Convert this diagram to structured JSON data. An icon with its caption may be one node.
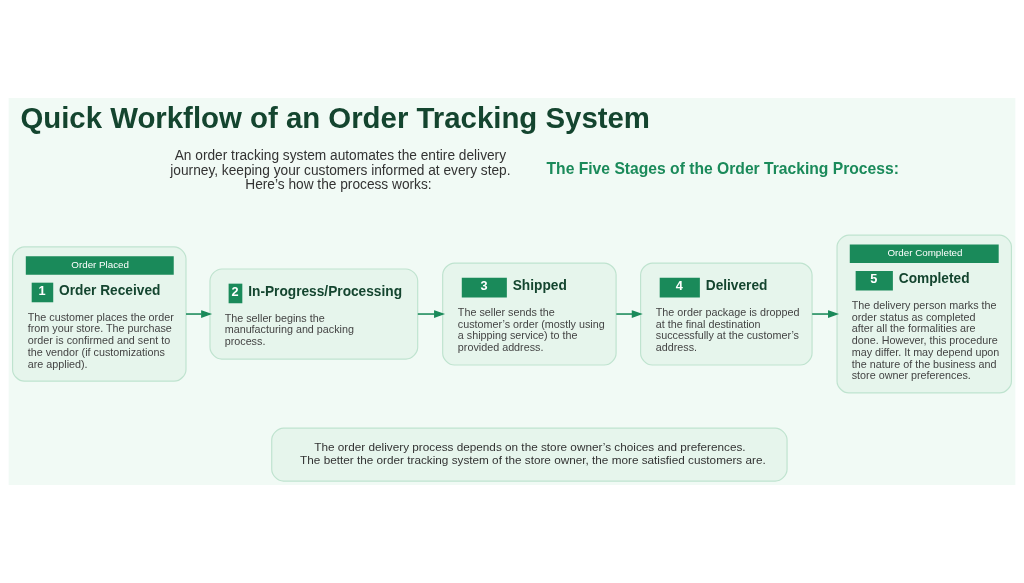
{
  "diagram": {
    "title": "Quick Workflow of an Order Tracking System",
    "nodes": [
      {
        "text": [
          "Order Placed",
          "1",
          "Order Received",
          "The customer places the order from your store. The purchase order is confirmed and sent to the vendor (if customizations are applied)."
        ]
      },
      {
        "text": [
          "2",
          "In-Progress/Processing",
          "The seller begins the manufacturing and packing process."
        ]
      },
      {
        "text": [
          "3",
          "Shipped",
          "The seller sends the customer’s order (mostly using a shipping service) to the provided address."
        ]
      },
      {
        "text": [
          "4",
          "Delivered",
          "The order package is dropped at the final destination successfully at the customer’s address."
        ]
      },
      {
        "text": [
          "Order Completed",
          "5",
          "Completed",
          "The delivery person marks the order status as completed after all the formalities are done. However, this procedure may differ. It may depend upon the nature of the business and store owner preferences."
        ]
      },
      {
        "text": [
          "The order delivery process depends on the store owner’s choices and preferences.",
          "The better the order tracking system of the store owner, the more satisfied customers are."
        ]
      }
    ],
    "edges": [
      {
        "from": 0,
        "to": 1,
        "arrow": "to"
      },
      {
        "from": 1,
        "to": 2,
        "arrow": "to"
      },
      {
        "from": 2,
        "to": 3,
        "arrow": "to"
      },
      {
        "from": 3,
        "to": 4,
        "arrow": "to"
      }
    ],
    "labels": [
      "An order tracking system automates the entire delivery journey, keeping your customers informed at every step. Here’s how the process works:",
      "The Five Stages of the Order Tracking Process:"
    ]
  }
}
